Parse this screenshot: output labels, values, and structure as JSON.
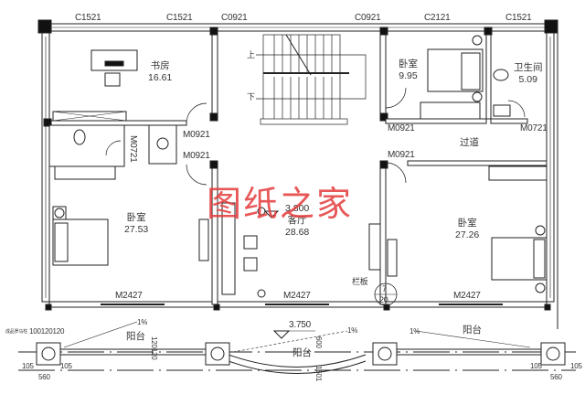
{
  "watermark": "图纸之家",
  "windows": {
    "w1": "C1521",
    "w2": "C1521",
    "w3": "C0921",
    "w4": "C0921",
    "w5": "C2121",
    "w6": "C1521"
  },
  "rooms": {
    "study": {
      "name": "书房",
      "area": "16.61"
    },
    "bedroom_ne": {
      "name": "卧室",
      "area": "9.95"
    },
    "bathroom": {
      "name": "卫生间",
      "area": "5.09"
    },
    "bedroom_w": {
      "name": "卧室",
      "area": "27.53"
    },
    "living": {
      "elevation": "3.800",
      "name": "客厅",
      "area": "28.68"
    },
    "bedroom_e": {
      "name": "卧室",
      "area": "27.26"
    },
    "corridor": {
      "name": "过道"
    },
    "balcony_w": {
      "name": "阳台"
    },
    "balcony_c": {
      "name": "阳台"
    },
    "balcony_e": {
      "name": "阳台"
    }
  },
  "doors": {
    "d_study": "M0921",
    "d_wash": "M0921",
    "d_bath_w": "M0721",
    "d_living_w": "M0921",
    "d_bed_ne": "M0921",
    "d_bath_e": "M0721",
    "d_bed_e": "M0921",
    "d_sliding_w": "M2427",
    "d_sliding_c": "M2427",
    "d_sliding_e": "M2427"
  },
  "annotations": {
    "balcony_elevation": "3.750",
    "railing_label": "栏板",
    "detail_num": "7",
    "detail_sheet": "20",
    "slope": "1%",
    "stair_up": "上",
    "stair_down": "下",
    "dims_w_top": "100120120",
    "dims_w_left": "105",
    "dims_w_right": "105",
    "dims_w_bottom": "560",
    "dims_e_left": "105",
    "dims_e_right": "105",
    "dims_e_bottom": "560",
    "dim_v1": "120120",
    "dim_v2": "600",
    "dim_v3": "120120",
    "dim_v4": "1601",
    "column_note": "成品罗马柱"
  }
}
